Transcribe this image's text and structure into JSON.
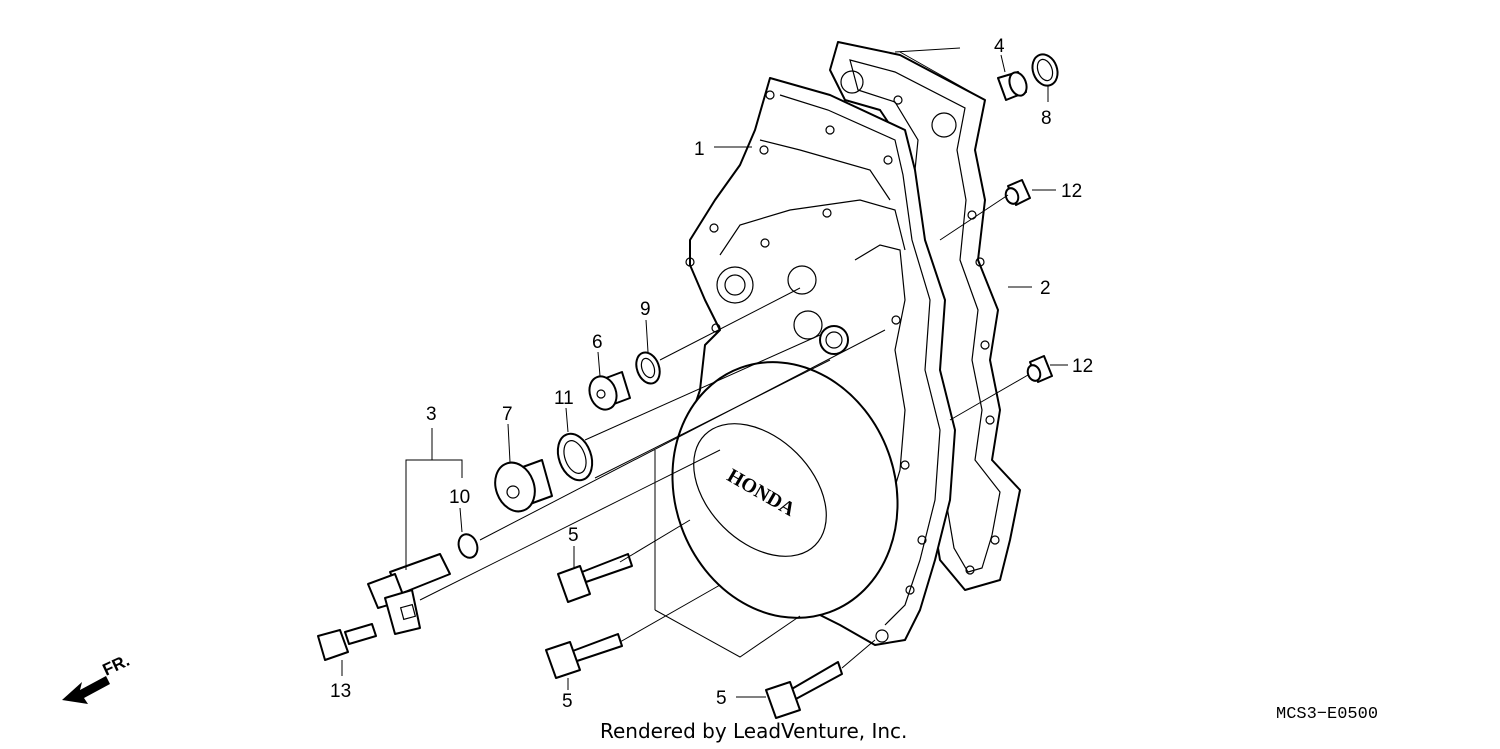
{
  "diagram": {
    "code": "MCS3−E0500",
    "credit": "Rendered by LeadVenture, Inc.",
    "logo_text": "HONDA",
    "direction_label": "FR.",
    "callouts": [
      {
        "id": "c1",
        "label": "1"
      },
      {
        "id": "c2",
        "label": "2"
      },
      {
        "id": "c3",
        "label": "3"
      },
      {
        "id": "c4",
        "label": "4"
      },
      {
        "id": "c5a",
        "label": "5"
      },
      {
        "id": "c5b",
        "label": "5"
      },
      {
        "id": "c5c",
        "label": "5"
      },
      {
        "id": "c6",
        "label": "6"
      },
      {
        "id": "c7",
        "label": "7"
      },
      {
        "id": "c8",
        "label": "8"
      },
      {
        "id": "c9",
        "label": "9"
      },
      {
        "id": "c10",
        "label": "10"
      },
      {
        "id": "c11",
        "label": "11"
      },
      {
        "id": "c12a",
        "label": "12"
      },
      {
        "id": "c12b",
        "label": "12"
      },
      {
        "id": "c13",
        "label": "13"
      }
    ]
  }
}
